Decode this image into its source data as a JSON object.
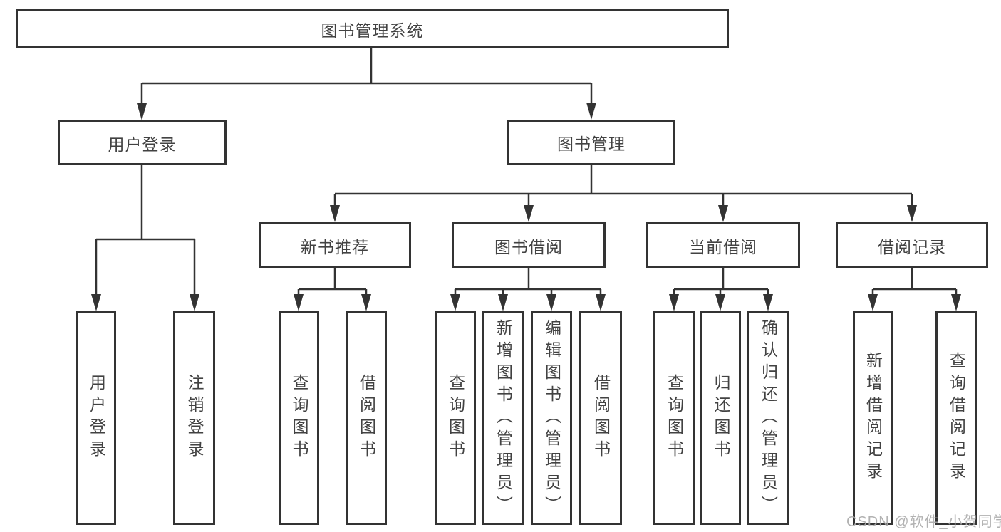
{
  "diagram": {
    "title": "图书管理系统",
    "branches": [
      {
        "label": "用户登录",
        "children": [
          {
            "label": "用户登录"
          },
          {
            "label": "注销登录"
          }
        ]
      },
      {
        "label": "图书管理",
        "children": [
          {
            "label": "新书推荐",
            "children": [
              {
                "label": "查询图书"
              },
              {
                "label": "借阅图书"
              }
            ]
          },
          {
            "label": "图书借阅",
            "children": [
              {
                "label": "查询图书"
              },
              {
                "label": "新增图书（管理员）"
              },
              {
                "label": "编辑图书（管理员）"
              },
              {
                "label": "借阅图书"
              }
            ]
          },
          {
            "label": "当前借阅",
            "children": [
              {
                "label": "查询图书"
              },
              {
                "label": "归还图书"
              },
              {
                "label": "确认归还（管理员）"
              }
            ]
          },
          {
            "label": "借阅记录",
            "children": [
              {
                "label": "新增借阅记录"
              },
              {
                "label": "查询借阅记录"
              }
            ]
          }
        ]
      }
    ]
  },
  "watermark": {
    "text": "CSDN @软件_小贺同学"
  },
  "colors": {
    "line": "#333333",
    "text": "#424242",
    "background": "#ffffff",
    "watermark": "#aaaaaa"
  }
}
